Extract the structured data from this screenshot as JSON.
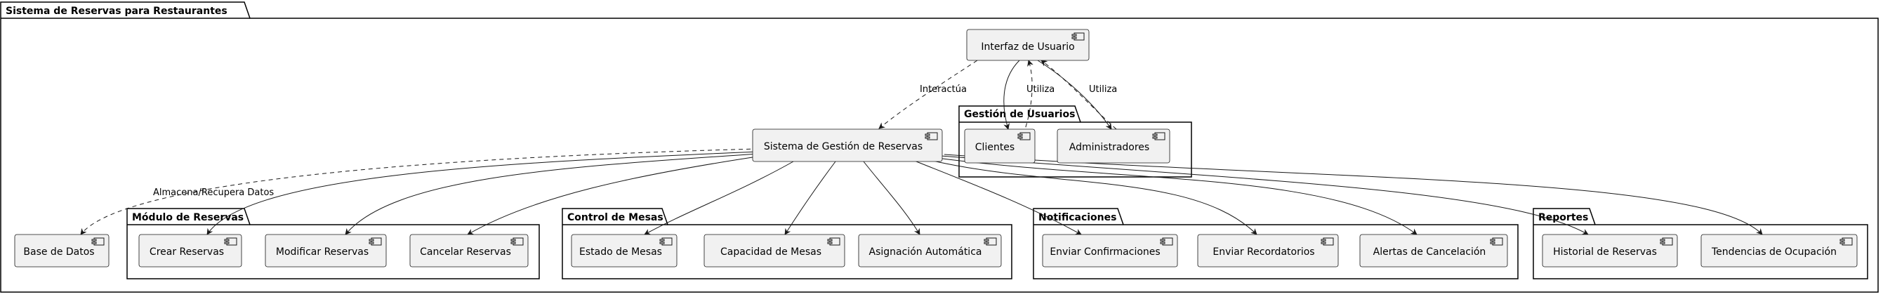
{
  "diagram": {
    "title": "Sistema de Reservas para Restaurantes",
    "packages": {
      "usuarios": "Gestión de Usuarios",
      "reservas": "Módulo de Reservas",
      "mesas": "Control de Mesas",
      "notificaciones": "Notificaciones",
      "reportes": "Reportes"
    },
    "components": {
      "interfaz": "Interfaz de Usuario",
      "sistema": "Sistema de Gestión de Reservas",
      "clientes": "Clientes",
      "administradores": "Administradores",
      "base_datos": "Base de Datos",
      "crear": "Crear Reservas",
      "modificar": "Modificar Reservas",
      "cancelar": "Cancelar Reservas",
      "estado": "Estado de Mesas",
      "capacidad": "Capacidad de Mesas",
      "asignacion": "Asignación Automática",
      "confirmaciones": "Enviar Confirmaciones",
      "recordatorios": "Enviar Recordatorios",
      "alertas": "Alertas de Cancelación",
      "historial": "Historial de Reservas",
      "tendencias": "Tendencias de Ocupación"
    },
    "edge_labels": {
      "interactua": "Interactúa",
      "utiliza_clientes": "Utiliza",
      "utiliza_admin": "Utiliza",
      "almacena": "Almacena/Recupera Datos"
    }
  }
}
